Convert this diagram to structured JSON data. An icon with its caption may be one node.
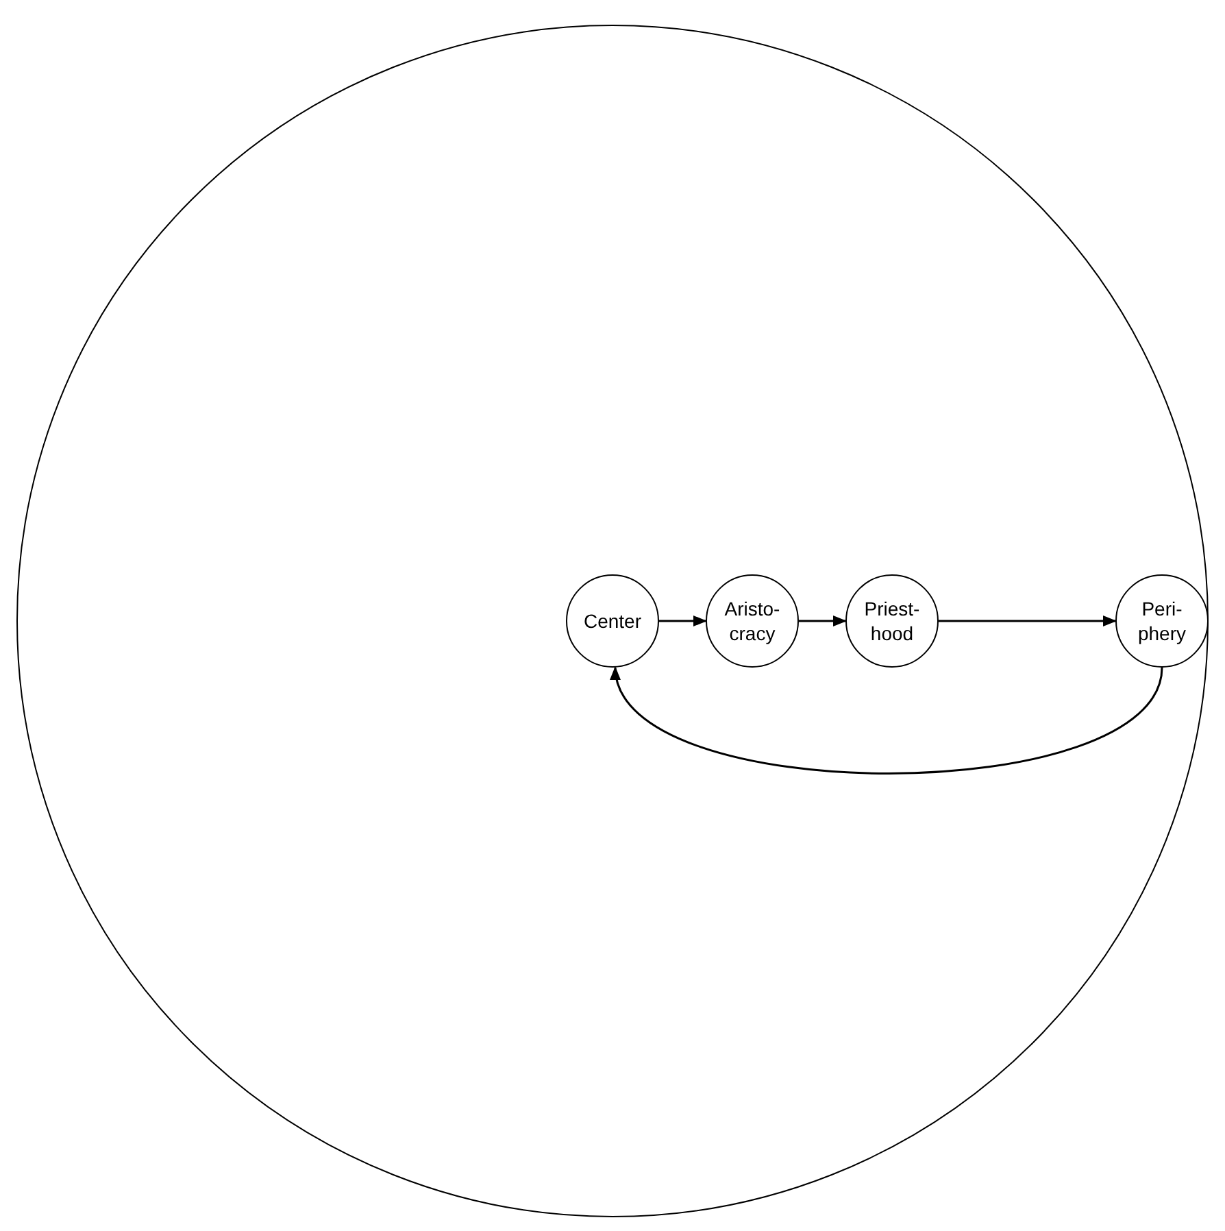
{
  "diagram": {
    "nodes": [
      {
        "text": [],
        "shape": "circle"
      },
      {
        "text": [
          "Center"
        ],
        "in": 0
      },
      {
        "text": [
          "Aristo- cracy"
        ],
        "in": 0
      },
      {
        "text": [
          "Priest- hood"
        ],
        "in": 0
      },
      {
        "text": [
          "Peri- phery"
        ],
        "in": 0
      }
    ],
    "edges": [
      {
        "from": 1,
        "to": 2,
        "arrow": "to"
      },
      {
        "from": 2,
        "to": 3,
        "arrow": "to"
      },
      {
        "from": 3,
        "to": 4,
        "arrow": "to"
      },
      {
        "from": 4,
        "to": 1,
        "arrow": "to"
      }
    ]
  }
}
